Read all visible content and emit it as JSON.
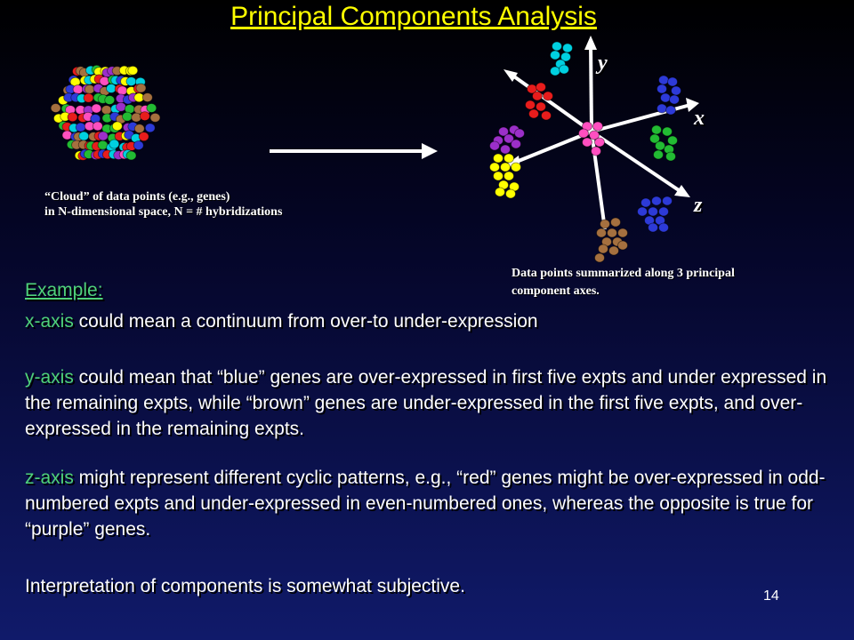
{
  "title": "Principal Components Analysis",
  "cloud_caption": {
    "line1": "“Cloud” of data points (e.g., genes)",
    "line2": "in N-dimensional space, N = # hybridizations"
  },
  "pca_caption": {
    "line1": "Data points summarized along 3 principal",
    "line2": "component axes."
  },
  "axes": {
    "y": "y",
    "x": "x",
    "z": "z"
  },
  "example": {
    "heading": "Example:",
    "x_axis_term": "x-axis",
    "x_axis_text": " could mean a continuum from over-to under-expression",
    "y_axis_term": "y-axis",
    "y_axis_text": " could mean that “blue” genes are over-expressed in first five expts and under expressed in the remaining expts, while “brown” genes are under-expressed in the first five expts, and over-expressed in the remaining expts.",
    "z_axis_term": "z-axis",
    "z_axis_text": " might represent different cyclic patterns, e.g., “red” genes might be over-expressed in odd-numbered expts and under-expressed in even-numbered ones, whereas the opposite is true for “purple” genes.",
    "conclusion": "Interpretation of components is somewhat subjective."
  },
  "page_number": "14",
  "colors": {
    "title": "#ffff00",
    "axis_term": "#4fd27a",
    "dot_palette": [
      "#e81c1c",
      "#ffff00",
      "#2d3ad8",
      "#22bb33",
      "#a5703f",
      "#ff4fc0",
      "#00d0e0",
      "#9b2fc9"
    ]
  }
}
